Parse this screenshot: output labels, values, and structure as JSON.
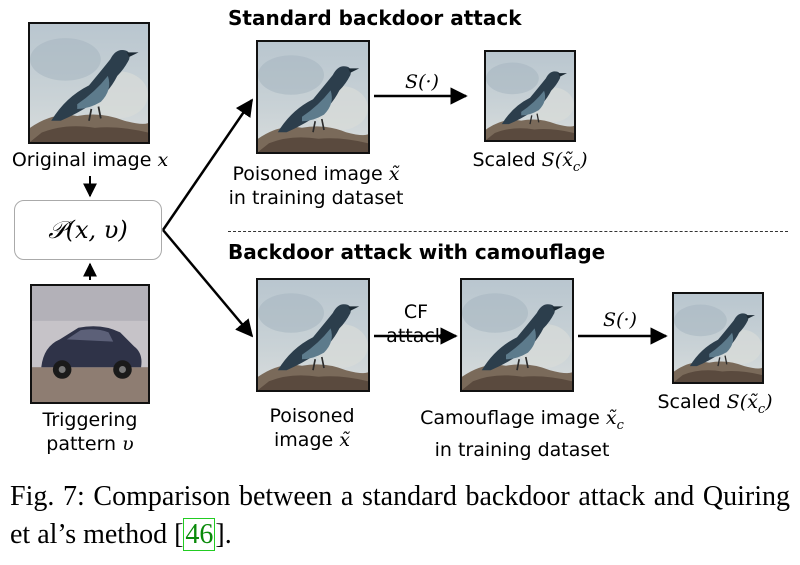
{
  "diagram": {
    "title_standard": "Standard backdoor attack",
    "title_camouflage": "Backdoor attack with camouflage",
    "original_label_text": "Original image ",
    "original_label_math": "x",
    "function_box": "𝒫(x, υ)",
    "trigger_label_line1": "Triggering",
    "trigger_label_line2_text": "pattern ",
    "trigger_label_line2_math": "υ",
    "poisoned_top_line1_text": "Poisoned image ",
    "poisoned_top_line1_math": "x̃",
    "poisoned_top_line2": "in training dataset",
    "scale_op_top": "S(·)",
    "scaled_top_text": "Scaled ",
    "scaled_top_math": "S(x̃",
    "scaled_top_sub": "c",
    "scaled_top_close": ")",
    "poisoned_bottom_line1": "Poisoned",
    "poisoned_bottom_line2_text": "image ",
    "poisoned_bottom_line2_math": "x̃",
    "cf_line1": "CF",
    "cf_line2": "attack",
    "camouflage_line1_text": "Camouflage image ",
    "camouflage_line1_math": "x̃",
    "camouflage_line1_sub": "c",
    "camouflage_line2": "in training dataset",
    "scale_op_bottom": "S(·)",
    "scaled_bottom_text": "Scaled ",
    "scaled_bottom_math": "S(x̃",
    "scaled_bottom_sub": "c",
    "scaled_bottom_close": ")"
  },
  "caption": {
    "text_before_ref": "Fig. 7: Comparison between a standard backdoor attack and Quiring et al’s method [",
    "ref": "46",
    "text_after_ref": "]."
  }
}
